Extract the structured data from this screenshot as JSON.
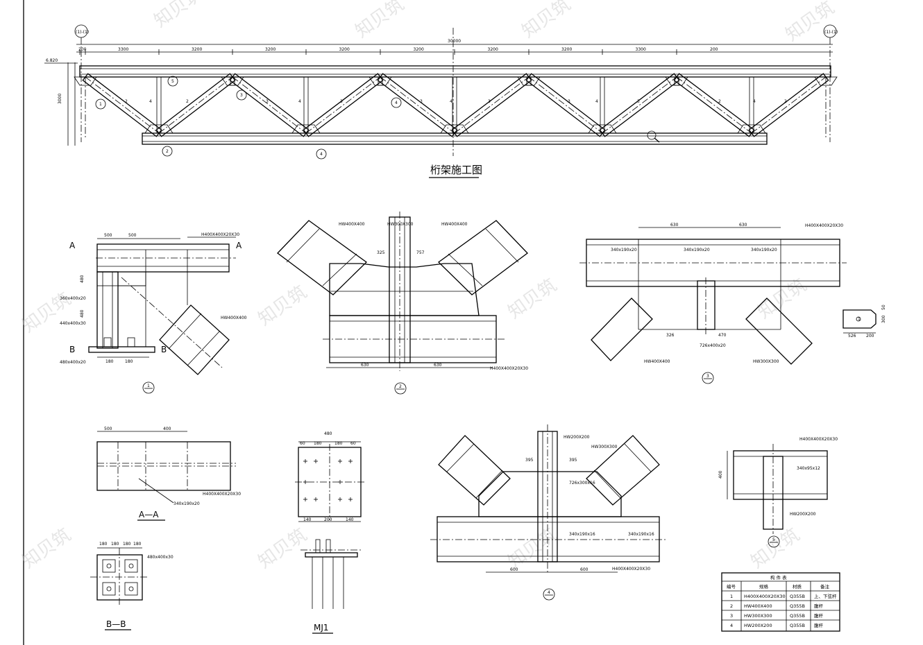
{
  "truss": {
    "title": "桁架施工图",
    "left_axis": "(1)-(1)",
    "right_axis": "(1)-(1)",
    "elevation": "6.820",
    "overall_length": "30000",
    "dim_top": [
      "200",
      "3300",
      "3200",
      "3200",
      "3200",
      "3200",
      "3200",
      "3200",
      "3300",
      "200"
    ],
    "dim_height": "3000",
    "member_labels": [
      "1",
      "2",
      "3",
      "4"
    ],
    "callouts": [
      "1",
      "2",
      "3",
      "4",
      "5"
    ]
  },
  "details": {
    "d1": {
      "label": "1",
      "section": "A",
      "section_b": "B",
      "spec_top": "H400X400X20X30",
      "spec_diag": "HW400X400",
      "dims": [
        "500",
        "500",
        "480",
        "480",
        "180",
        "180"
      ],
      "plates": [
        "360x400x20",
        "440x400x30",
        "480x400x20"
      ]
    },
    "d2": {
      "label": "2",
      "spec_left": "HW400X400",
      "spec_mid": "HW300X300",
      "spec_right": "HW400X400",
      "spec_bot": "H400X400X20X30",
      "dims": [
        "630",
        "630",
        "325",
        "757"
      ]
    },
    "d3": {
      "label": "3",
      "spec_top": "H400X400X20X30",
      "spec_left": "HW400X400",
      "spec_right": "HW300X300",
      "dims": [
        "630",
        "630",
        "326",
        "470"
      ],
      "plates": [
        "340x190x20",
        "340x190x20",
        "340x190x20",
        "726x400x20"
      ]
    },
    "d4": {
      "label": "4",
      "spec_mid": "HW200X200",
      "spec_right": "HW300X300",
      "spec_bot": "H400X400X20X30",
      "dims": [
        "600",
        "600",
        "395",
        "395"
      ],
      "plates": [
        "726x300x16",
        "340x190x16",
        "340x190x16"
      ]
    },
    "d5": {
      "label": "5",
      "spec_top": "H400X400X20X30",
      "spec_bot": "HW200X200",
      "plate": "340x95x12",
      "dim": "400"
    },
    "aa": {
      "label": "A—A",
      "plate": "340x190x20",
      "spec": "H400X400X20X30",
      "dims": [
        "500",
        "400"
      ]
    },
    "bb": {
      "label": "B—B",
      "dims": [
        "180",
        "180",
        "180",
        "180"
      ],
      "plate": "480x400x30"
    },
    "mj1": {
      "label": "MJ1",
      "dims": [
        "480",
        "60",
        "180",
        "180",
        "60",
        "140",
        "200",
        "140"
      ]
    },
    "plate_small": {
      "label": "1",
      "dims": [
        "526",
        "200",
        "300",
        "50"
      ]
    }
  },
  "table": {
    "title": "构 件 表",
    "headers": [
      "编号",
      "规格",
      "材质",
      "备注"
    ],
    "rows": [
      [
        "1",
        "H400X400X20X30",
        "Q355B",
        "上、下弦杆"
      ],
      [
        "2",
        "HW400X400",
        "Q355B",
        "腹杆"
      ],
      [
        "3",
        "HW300X300",
        "Q355B",
        "腹杆"
      ],
      [
        "4",
        "HW200X200",
        "Q355B",
        "腹杆"
      ]
    ]
  },
  "watermark": "知贝筑"
}
